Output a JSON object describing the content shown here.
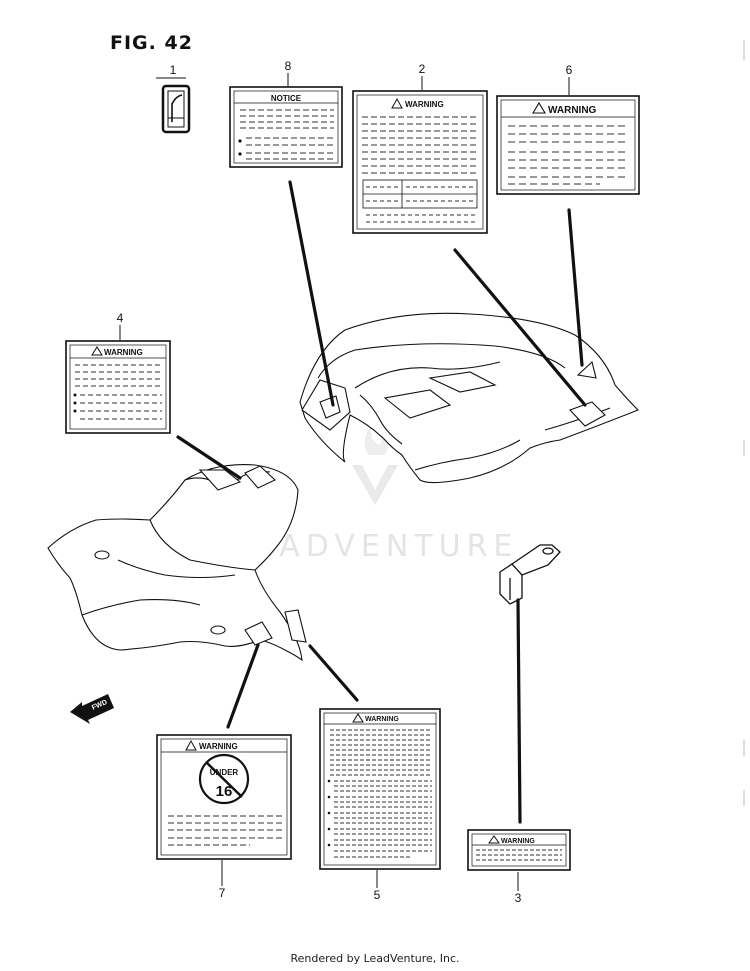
{
  "figure": {
    "title": "FIG. 42"
  },
  "callouts": {
    "c1": "1",
    "c2": "2",
    "c3": "3",
    "c4": "4",
    "c5": "5",
    "c6": "6",
    "c7": "7",
    "c8": "8"
  },
  "labels": {
    "notice": "NOTICE",
    "warning_2": "WARNING",
    "warning_3": "WARNING",
    "warning_4": "WARNING",
    "warning_5": "WARNING",
    "warning_6": "WARNING",
    "warning_7": "WARNING",
    "under": "UNDER",
    "age": "16",
    "fwd": "FWD"
  },
  "watermark": {
    "text": "LEADVENTURE"
  },
  "footer": {
    "text": "Rendered by LeadVenture, Inc."
  }
}
